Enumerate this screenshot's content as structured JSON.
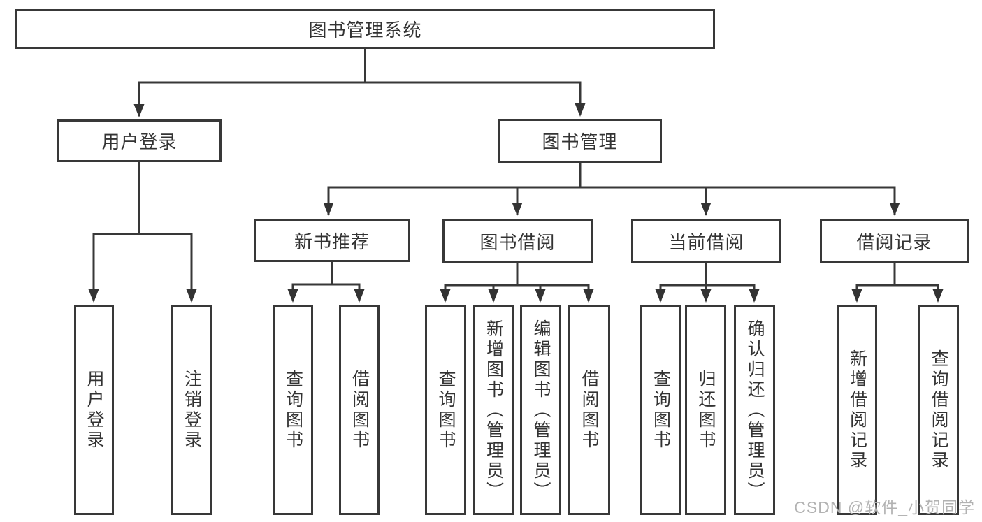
{
  "tree": {
    "root": {
      "label": "图书管理系统"
    },
    "branches": [
      {
        "label": "用户登录",
        "children": [
          {
            "label": "用户登录"
          },
          {
            "label": "注销登录"
          }
        ]
      },
      {
        "label": "图书管理",
        "children": [
          {
            "label": "新书推荐",
            "children": [
              {
                "label": "查询图书"
              },
              {
                "label": "借阅图书"
              }
            ]
          },
          {
            "label": "图书借阅",
            "children": [
              {
                "label": "查询图书"
              },
              {
                "label": "新增图书（管理员）"
              },
              {
                "label": "编辑图书（管理员）"
              },
              {
                "label": "借阅图书"
              }
            ]
          },
          {
            "label": "当前借阅",
            "children": [
              {
                "label": "查询图书"
              },
              {
                "label": "归还图书"
              },
              {
                "label": "确认归还（管理员）"
              }
            ]
          },
          {
            "label": "借阅记录",
            "children": [
              {
                "label": "新增借阅记录"
              },
              {
                "label": "查询借阅记录"
              }
            ]
          }
        ]
      }
    ]
  },
  "watermark": {
    "text": "CSDN @软件_小贺同学"
  },
  "colors": {
    "line": "#383838",
    "text": "#333333",
    "watermark_text": "#b2b2b2",
    "background": "#ffffff"
  }
}
